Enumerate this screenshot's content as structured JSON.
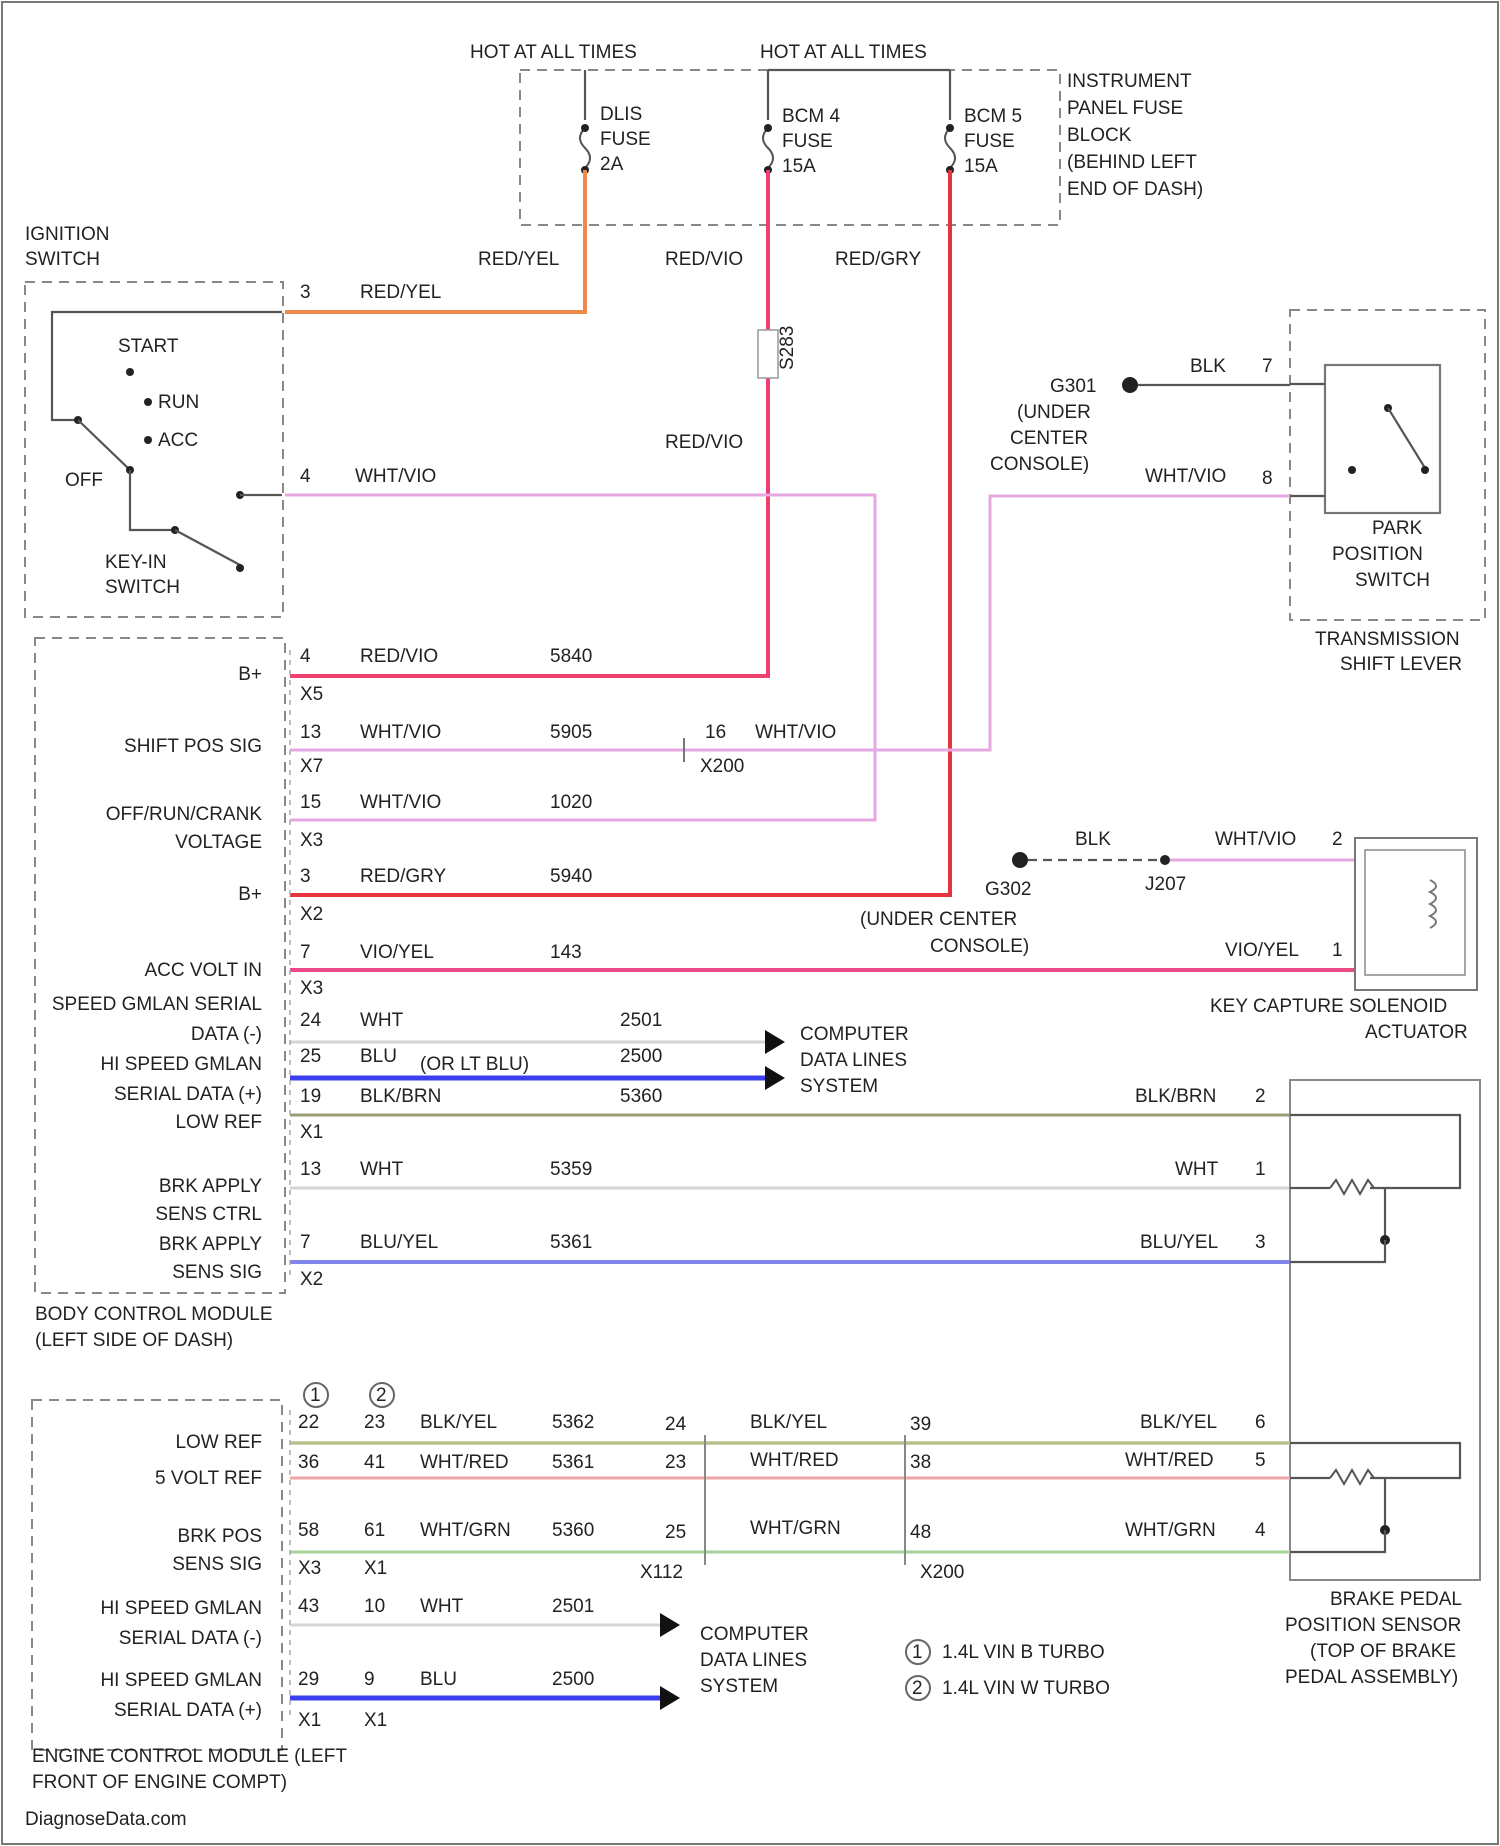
{
  "hot_left": "HOT AT ALL TIMES",
  "hot_right": "HOT AT ALL TIMES",
  "fuse_dlis": {
    "name": "DLIS",
    "word": "FUSE",
    "amps": "2A"
  },
  "fuse_bcm4": {
    "name": "BCM 4",
    "word": "FUSE",
    "amps": "15A"
  },
  "fuse_bcm5": {
    "name": "BCM 5",
    "word": "FUSE",
    "amps": "15A"
  },
  "ip_fuse_block": [
    "INSTRUMENT",
    "PANEL FUSE",
    "BLOCK",
    "(BEHIND LEFT",
    "END OF DASH)"
  ],
  "ignition_switch": {
    "title": [
      "IGNITION",
      "SWITCH"
    ],
    "start": "START",
    "run": "RUN",
    "acc": "ACC",
    "off": "OFF",
    "key_in": [
      "KEY-IN",
      "SWITCH"
    ],
    "pin3": "3",
    "pin4": "4"
  },
  "wires": {
    "red_yel_top": "RED/YEL",
    "red_yel_ign": "RED/YEL",
    "red_vio_top": "RED/VIO",
    "red_gry_top": "RED/GRY",
    "red_vio_mid": "RED/VIO",
    "splice": "S283",
    "wht_vio_ign": "WHT/VIO",
    "blk_park": "BLK",
    "wht_vio_park": "WHT/VIO"
  },
  "ground_g301": [
    "G301",
    "(UNDER",
    "CENTER",
    "CONSOLE)"
  ],
  "park_switch": {
    "pin7": "7",
    "pin8": "8",
    "label": [
      "PARK",
      "POSITION",
      "SWITCH"
    ]
  },
  "shift_lever": [
    "TRANSMISSION",
    "SHIFT LEVER"
  ],
  "bcm": {
    "title": [
      "BODY CONTROL MODULE",
      "(LEFT SIDE OF DASH)"
    ],
    "rows": [
      {
        "func": "B+",
        "pin": "4",
        "conn": "X5",
        "color": "RED/VIO",
        "circuit": "5840"
      },
      {
        "func": "SHIFT POS SIG",
        "pin": "13",
        "conn": "X7",
        "color": "WHT/VIO",
        "circuit": "5905"
      },
      {
        "func": "OFF/RUN/CRANK",
        "func2": "VOLTAGE",
        "pin": "15",
        "conn": "X3",
        "color": "WHT/VIO",
        "circuit": "1020"
      },
      {
        "func": "B+",
        "pin": "3",
        "conn": "X2",
        "color": "RED/GRY",
        "circuit": "5940"
      },
      {
        "func": "ACC VOLT IN",
        "pin": "7",
        "conn": "X3",
        "color": "VIO/YEL",
        "circuit": "143"
      },
      {
        "func": "SPEED GMLAN SERIAL",
        "func2": "DATA (-)",
        "pin": "24",
        "conn": "",
        "color": "WHT",
        "circuit": "2501"
      },
      {
        "func": "HI SPEED GMLAN",
        "func2": "SERIAL DATA (+)",
        "pin": "25",
        "conn": "",
        "color": "BLU",
        "circuit": "2500"
      },
      {
        "func": "LOW REF",
        "pin": "19",
        "conn": "X1",
        "color": "BLK/BRN",
        "circuit": "5360"
      },
      {
        "func": "BRK APPLY",
        "func2": "SENS CTRL",
        "pin": "13",
        "conn": "",
        "color": "WHT",
        "circuit": "5359"
      },
      {
        "func": "BRK APPLY",
        "func2": "SENS SIG",
        "pin": "7",
        "conn": "X2",
        "color": "BLU/YEL",
        "circuit": "5361"
      }
    ]
  },
  "x200_pin": "16",
  "x200_color": "WHT/VIO",
  "x200_name": "X200",
  "or_lt_blu": "(OR LT BLU)",
  "computer_data_lines": [
    "COMPUTER",
    "DATA LINES",
    "SYSTEM"
  ],
  "key_capture": {
    "blk": "BLK",
    "g302": "G302",
    "j207": "J207",
    "g302_loc": [
      "(UNDER CENTER",
      "CONSOLE)"
    ],
    "wire_wht_vio": "WHT/VIO",
    "pin2": "2",
    "wire_vio_yel": "VIO/YEL",
    "pin1": "1",
    "label": [
      "KEY CAPTURE SOLENOID",
      "ACTUATOR"
    ]
  },
  "brake_switch_side": [
    {
      "color": "BLK/BRN",
      "pin": "2"
    },
    {
      "color": "WHT",
      "pin": "1"
    },
    {
      "color": "BLU/YEL",
      "pin": "3"
    }
  ],
  "ecm": {
    "title": [
      "ENGINE CONTROL MODULE (LEFT",
      "FRONT OF ENGINE COMPT)"
    ],
    "variant1": "1",
    "variant2": "2",
    "rows": [
      {
        "func": "LOW REF",
        "p1": "22",
        "p2": "23",
        "color": "BLK/YEL",
        "circuit": "5362",
        "x112": "24",
        "x200": "39",
        "end_color": "BLK/YEL",
        "end_pin": "6"
      },
      {
        "func": "5 VOLT REF",
        "p1": "36",
        "p2": "41",
        "color": "WHT/RED",
        "circuit": "5361",
        "x112": "23",
        "x200": "38",
        "end_color": "WHT/RED",
        "end_pin": "5"
      },
      {
        "func": "BRK POS",
        "func2": "SENS SIG",
        "p1": "58",
        "p2": "61",
        "color": "WHT/GRN",
        "circuit": "5360",
        "x112": "25",
        "x200": "48",
        "end_color": "WHT/GRN",
        "end_pin": "4"
      },
      {
        "func": "HI SPEED GMLAN",
        "func2": "SERIAL DATA (-)",
        "p1": "43",
        "p2": "10",
        "color": "WHT",
        "circuit": "2501"
      },
      {
        "func": "HI SPEED GMLAN",
        "func2": "SERIAL DATA (+)",
        "p1": "29",
        "p2": "9",
        "color": "BLU",
        "circuit": "2500"
      }
    ],
    "conn_a1": "X3",
    "conn_a2": "X1",
    "conn_b1": "X1",
    "conn_b2": "X1",
    "mid_color_1": "BLK/YEL",
    "mid_color_2": "WHT/RED",
    "mid_color_3": "WHT/GRN",
    "x112": "X112",
    "x200": "X200"
  },
  "legend": [
    "1.4L VIN B TURBO",
    "1.4L VIN W TURBO"
  ],
  "brake_sensor": [
    "BRAKE PEDAL",
    "POSITION SENSOR",
    "(TOP OF BRAKE",
    "PEDAL ASSEMBLY)"
  ],
  "watermark": "DiagnoseData.com",
  "colors": {
    "red_yel": "#f08a4b",
    "red_vio": "#ee3f6d",
    "red_gry": "#e8343c",
    "wht_vio": "#e6a8e2",
    "vio_yel": "#ec4a86",
    "blu": "#3a3df0",
    "blu_yel": "#7f85ea",
    "blk_brn": "#9a9a74",
    "wht": "#d5d5d5",
    "blk_yel": "#b9c08b",
    "wht_red": "#eea5a5",
    "wht_grn": "#a6d49a"
  }
}
